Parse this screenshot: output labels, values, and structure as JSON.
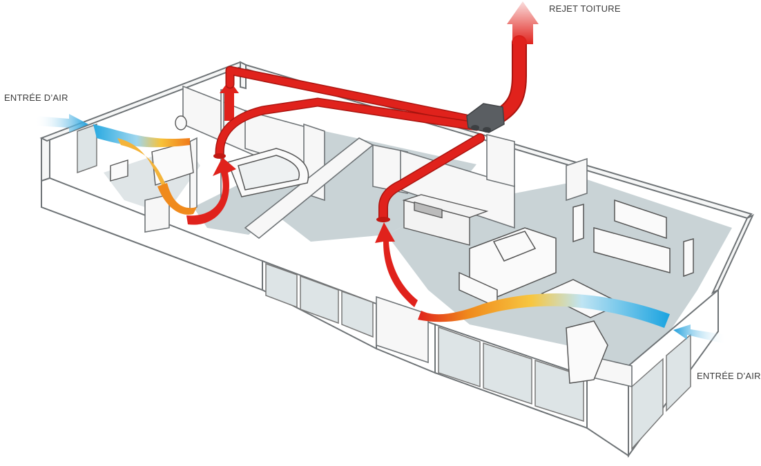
{
  "labels": {
    "roof_exhaust": "REJET TOITURE",
    "air_inlet_left": "ENTRÉE D’AIR",
    "air_inlet_right": "ENTRÉE D’AIR"
  },
  "colors": {
    "duct_red": "#e0221c",
    "duct_dark": "#a9140f",
    "fresh_air_blue": "#27a9e1",
    "warm_orange": "#f39a1e",
    "floor_grey": "#c9d3d6",
    "wall_grey": "#6e7376",
    "unit_grey": "#5a5e62"
  },
  "icons": {
    "exhaust_arrow": "up-arrow-icon",
    "inlet_arrow": "right-arrow-icon",
    "ventilation_unit": "vmc-unit-icon"
  }
}
